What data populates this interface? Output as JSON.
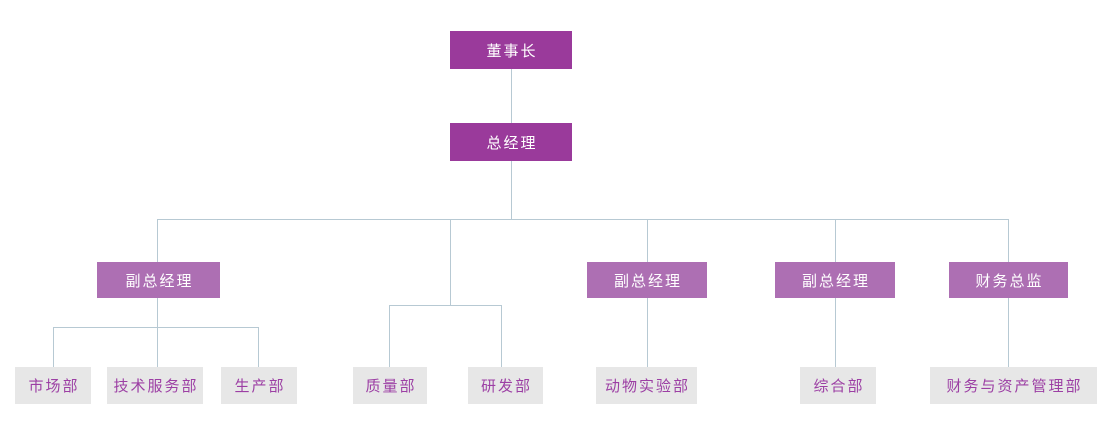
{
  "nodes": {
    "chairman": {
      "label": "董事长"
    },
    "general_manager": {
      "label": "总经理"
    },
    "executives": [
      {
        "label": "副总经理"
      },
      {
        "label": "副总经理"
      },
      {
        "label": "副总经理"
      },
      {
        "label": "财务总监"
      }
    ],
    "departments": [
      {
        "label": "市场部"
      },
      {
        "label": "技术服务部"
      },
      {
        "label": "生产部"
      },
      {
        "label": "质量部"
      },
      {
        "label": "研发部"
      },
      {
        "label": "动物实验部"
      },
      {
        "label": "综合部"
      },
      {
        "label": "财务与资产管理部"
      }
    ]
  },
  "hierarchy": {
    "chairman_children": [
      "总经理"
    ],
    "general_manager_children": [
      "副总经理",
      "副总经理",
      "副总经理",
      "财务总监"
    ],
    "executive_0_children": [
      "市场部",
      "技术服务部",
      "生产部"
    ],
    "general_manager_direct_departments": [
      "质量部",
      "研发部"
    ],
    "executive_1_children": [
      "动物实验部"
    ],
    "executive_2_children": [
      "综合部"
    ],
    "executive_3_children": [
      "财务与资产管理部"
    ]
  },
  "colors": {
    "top_fill": "#9a3a9b",
    "exec_fill": "#ad6fb3",
    "dept_fill": "#e7e7e7",
    "dept_text": "#9c3fa4",
    "node_text": "#ffffff",
    "line": "#b7c9d3",
    "background": "#ffffff"
  }
}
